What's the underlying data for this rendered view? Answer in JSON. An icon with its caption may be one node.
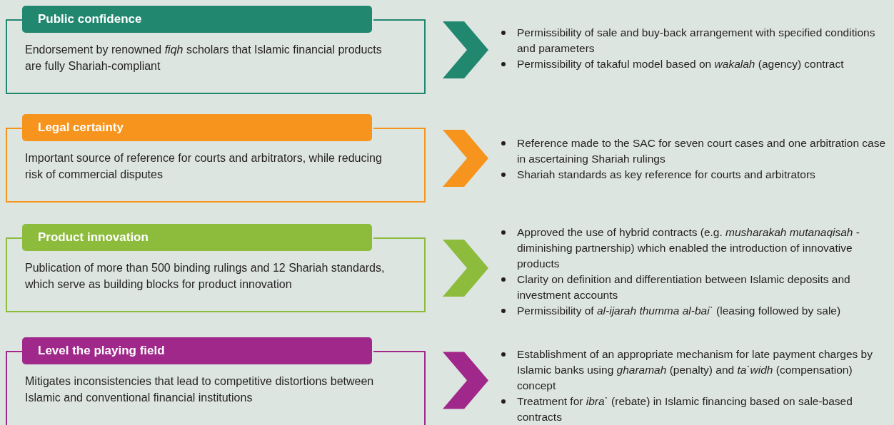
{
  "diagram": {
    "nodes": [
      {
        "text": [
          "Public confidence",
          "Endorsement by renowned *fiqh* scholars that Islamic financial products are fully Shariah-compliant"
        ]
      },
      {
        "text": [
          "Permissibility of sale and buy-back arrangement with specified conditions and parameters",
          "Permissibility of takaful model based on *wakalah* (agency) contract"
        ]
      },
      {
        "text": [
          "Legal certainty",
          "Important source of reference for courts and arbitrators, while reducing risk of commercial disputes"
        ]
      },
      {
        "text": [
          "Reference made to the SAC for seven court cases and one arbitration case in ascertaining Shariah rulings",
          "Shariah standards as key reference for courts and arbitrators"
        ]
      },
      {
        "text": [
          "Product innovation",
          "Publication of more than 500 binding rulings and 12 Shariah standards, which serve as building blocks for product innovation"
        ]
      },
      {
        "text": [
          "Approved the use of hybrid contracts (e.g. *musharakah mutanaqisah* - diminishing partnership) which enabled the introduction of innovative products",
          "Clarity on definition and differentiation between Islamic deposits and investment accounts",
          "Permissibility of *al-ijarah thumma al-bai`* (leasing followed by sale)"
        ]
      },
      {
        "text": [
          "Level the playing field",
          "Mitigates inconsistencies that lead to competitive distortions between Islamic and conventional financial institutions"
        ]
      },
      {
        "text": [
          "Establishment of an appropriate mechanism for late payment charges by Islamic banks using *gharamah* (penalty) and *ta`widh* (compensation) concept",
          "Treatment for *ibra`* (rebate) in Islamic financing based on sale-based contracts"
        ]
      }
    ],
    "edges": [
      {
        "from": 0,
        "to": 1,
        "arrow": "to",
        "style": "thick",
        "color": "#22876f"
      },
      {
        "from": 2,
        "to": 3,
        "arrow": "to",
        "style": "thick",
        "color": "#f7941d"
      },
      {
        "from": 4,
        "to": 5,
        "arrow": "to",
        "style": "thick",
        "color": "#8dbb3c"
      },
      {
        "from": 6,
        "to": 7,
        "arrow": "to",
        "style": "thick",
        "color": "#a1288b"
      }
    ]
  }
}
